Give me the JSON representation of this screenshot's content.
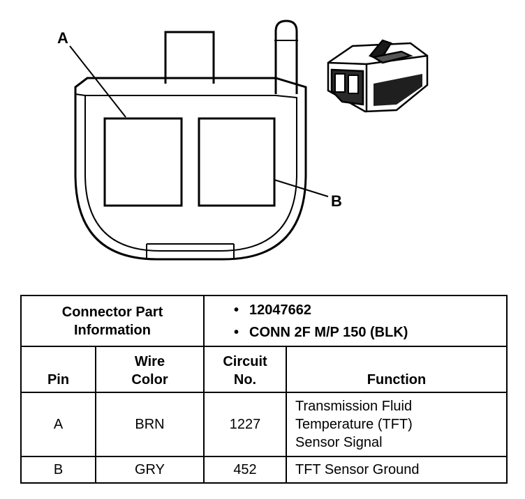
{
  "diagram": {
    "callouts": [
      "A",
      "B"
    ]
  },
  "table": {
    "connector_label_line1": "Connector Part",
    "connector_label_line2": "Information",
    "part_info": [
      "12047662",
      "CONN 2F M/P 150 (BLK)"
    ],
    "headers": {
      "pin": "Pin",
      "wire_color_line1": "Wire",
      "wire_color_line2": "Color",
      "circuit_line1": "Circuit",
      "circuit_line2": "No.",
      "function": "Function"
    },
    "rows": [
      {
        "pin": "A",
        "wire_color": "BRN",
        "circuit": "1227",
        "function_lines": [
          "Transmission Fluid",
          "Temperature (TFT)",
          "Sensor Signal"
        ]
      },
      {
        "pin": "B",
        "wire_color": "GRY",
        "circuit": "452",
        "function_lines": [
          "TFT Sensor Ground"
        ]
      }
    ]
  }
}
